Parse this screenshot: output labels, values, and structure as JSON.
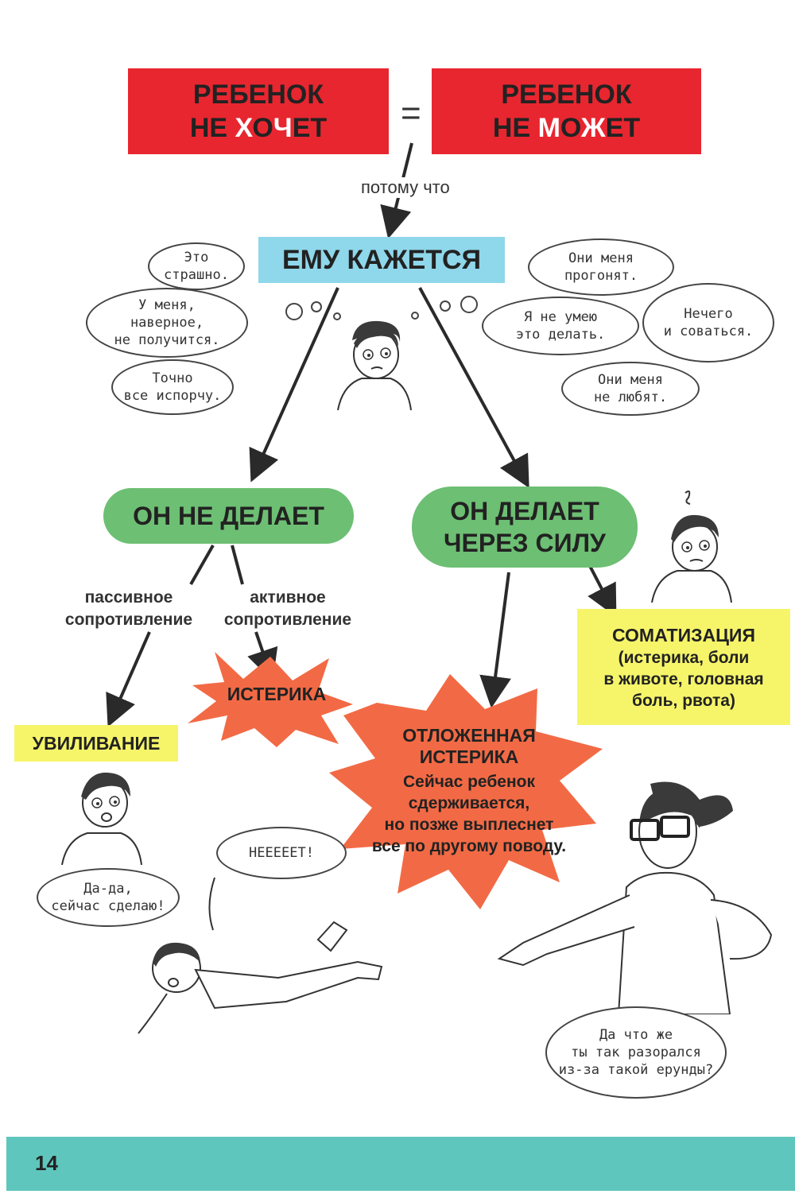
{
  "top": {
    "left_box": {
      "line1": "РЕБЕНОК",
      "line2_pre": "НЕ ",
      "line2_w1": "Х",
      "line2_mid": "О",
      "line2_w2": "Ч",
      "line2_post": "ЕТ"
    },
    "equals": "=",
    "right_box": {
      "line1": "РЕБЕНОК",
      "line2_pre": "НЕ ",
      "line2_w1": "М",
      "line2_mid": "О",
      "line2_w2": "Ж",
      "line2_post": "ЕТ"
    }
  },
  "cause_label": "потому что",
  "center_box": "ЕМУ КАЖЕТСЯ",
  "thoughts_left": [
    "Это\nстрашно.",
    "У меня,\nнаверное,\nне получится.",
    "Точно\nвсе испорчу."
  ],
  "thoughts_right": [
    "Они меня\nпрогонят.",
    "Я не умею\nэто делать.",
    "Нечего\nи соваться.",
    "Они меня\nне любят."
  ],
  "branch_left": "ОН НЕ ДЕЛАЕТ",
  "branch_right": "ОН ДЕЛАЕТ\nЧЕРЕЗ СИЛУ",
  "passive_label": "пассивное\nсопротивление",
  "active_label": "активное\nсопротивление",
  "avoidance": "УВИЛИВАНИЕ",
  "hysteria": "ИСТЕРИКА",
  "delayed": {
    "title": "ОТЛОЖЕННАЯ\nИСТЕРИКА",
    "body": "Сейчас ребенок\nсдерживается,\nно позже выплеснет\nвсе по другому поводу."
  },
  "somatization": {
    "title": "СОМАТИЗАЦИЯ",
    "body": "(истерика, боли\nв животе, головная\nболь, рвота)"
  },
  "speech": {
    "boy": "Да-да,\nсейчас сделаю!",
    "tantrum": "НЕЕЕЕЕТ!",
    "mother": "Да что же\nты так разорался\nиз-за такой ерунды?"
  },
  "page_number": "14",
  "colors": {
    "red": "#e8262f",
    "blue": "#8fd7ea",
    "green": "#6dbf73",
    "yellow": "#f6f56a",
    "orange": "#f26a45",
    "teal": "#5fc6bd"
  }
}
